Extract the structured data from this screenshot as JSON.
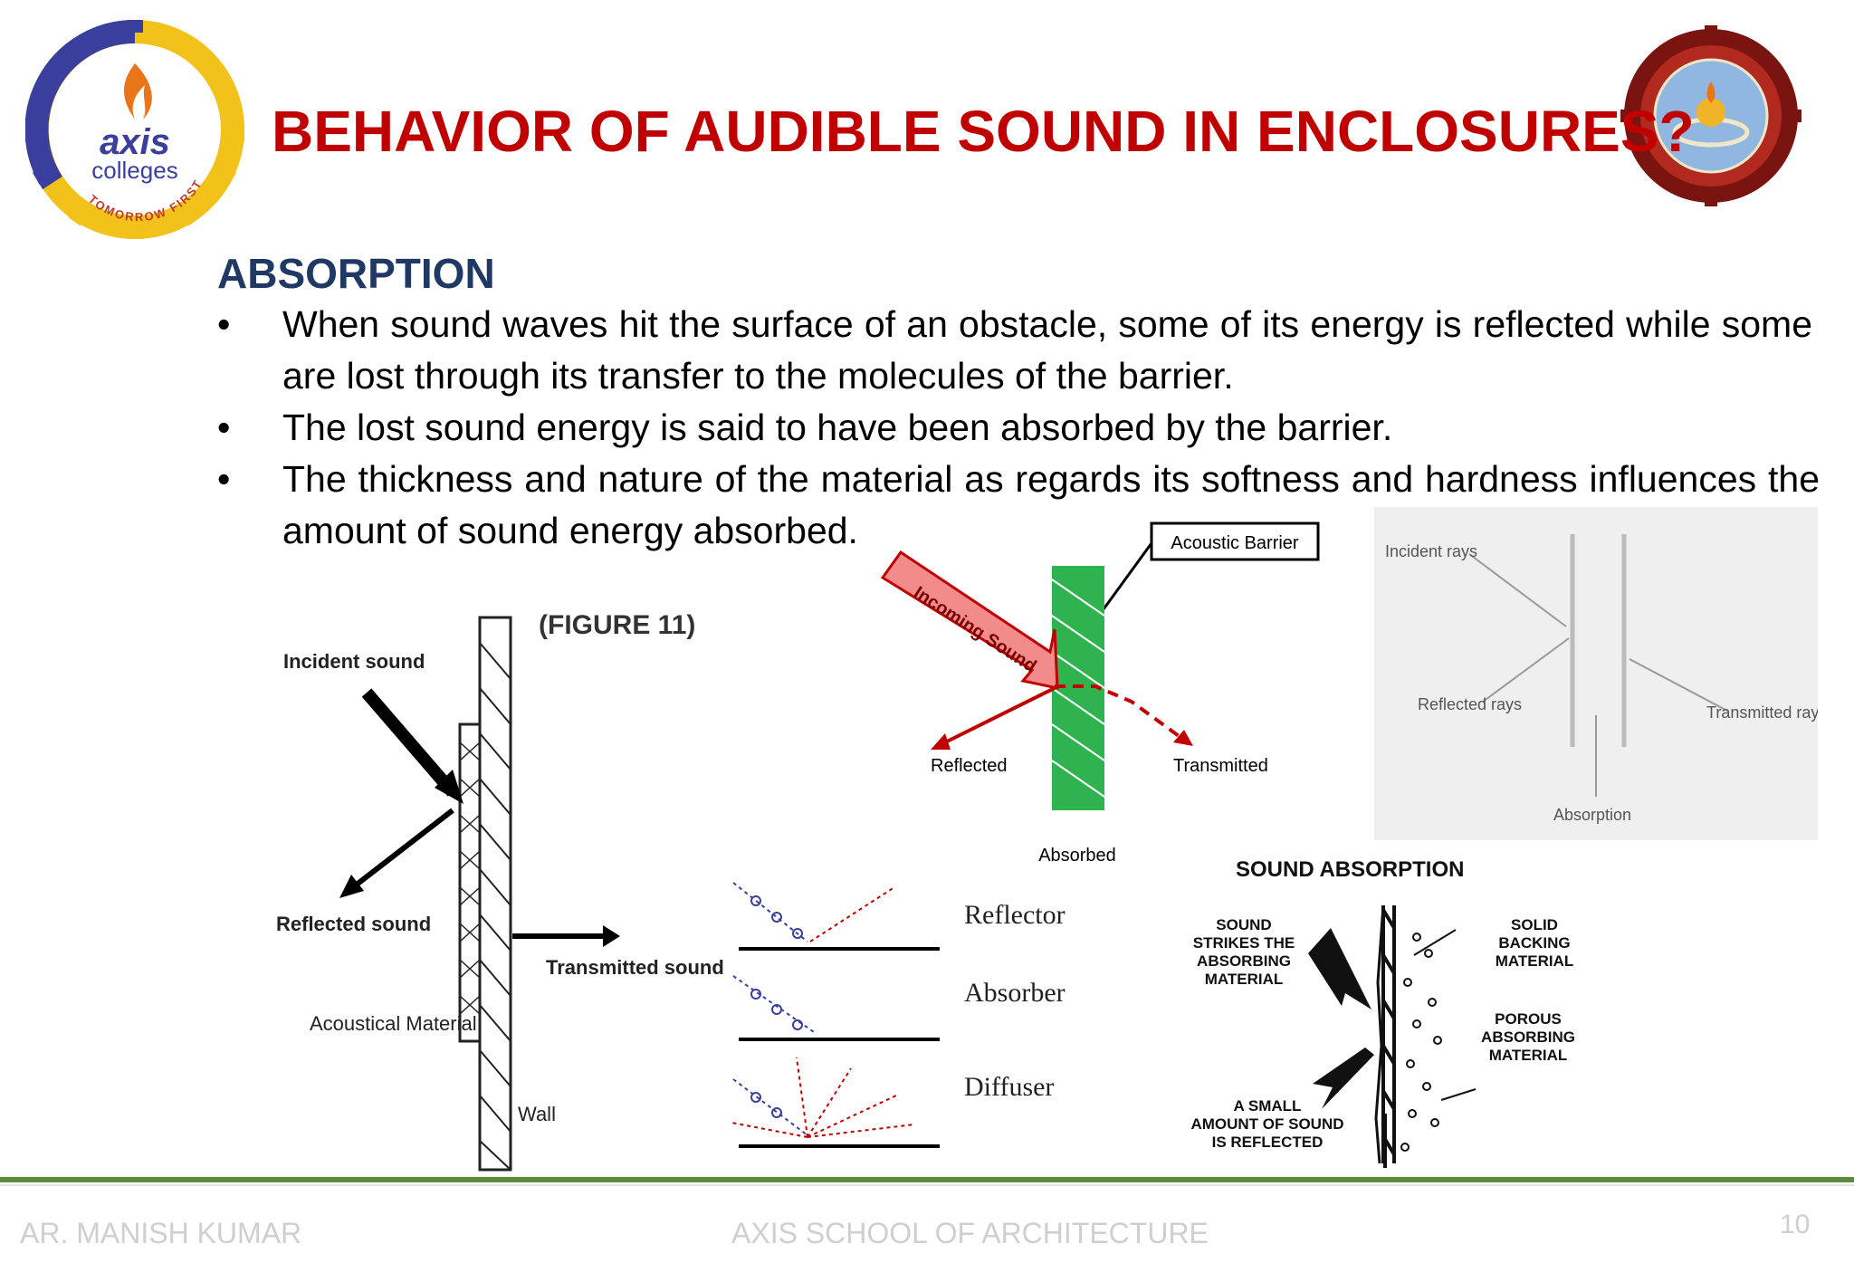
{
  "header": {
    "title": "BEHAVIOR OF AUDIBLE SOUND IN ENCLOSURES?",
    "left_logo": {
      "icon": "axis-colleges-logo",
      "brand": "axis",
      "sub": "colleges",
      "tagline": "TOMORROW FIRST"
    },
    "right_logo": {
      "icon": "aktu-university-seal"
    }
  },
  "content": {
    "heading": "ABSORPTION",
    "bullets": [
      "When sound waves hit the surface of an obstacle, some of its energy is reflected while some are lost through its transfer to the molecules of the barrier.",
      "The lost sound energy is said to have been absorbed by the barrier.",
      "The thickness and nature of the material as regards its softness and hardness influences the amount of sound energy absorbed."
    ]
  },
  "figures": {
    "fig11": {
      "caption": "(FIGURE 11)",
      "incident": "Incident sound",
      "reflected": "Reflected sound",
      "transmitted": "Transmitted sound",
      "material": "Acoustical Material",
      "wall": "Wall"
    },
    "barrier": {
      "label": "Acoustic Barrier",
      "incoming": "Incoming Sound",
      "reflected": "Reflected",
      "transmitted": "Transmitted",
      "absorbed": "Absorbed"
    },
    "rays": {
      "incident": "Incident rays",
      "reflected": "Reflected rays",
      "transmitted": "Transmitted rays",
      "absorption": "Absorption"
    },
    "surfaces": {
      "reflector": "Reflector",
      "absorber": "Absorber",
      "diffuser": "Diffuser"
    },
    "sketch": {
      "title": "SOUND ABSORPTION",
      "strikes": [
        "SOUND",
        "STRIKES THE",
        "ABSORBING",
        "MATERIAL"
      ],
      "backing": [
        "SOLID",
        "BACKING",
        "MATERIAL"
      ],
      "porous": [
        "POROUS",
        "ABSORBING",
        "MATERIAL"
      ],
      "reflected": [
        "A SMALL",
        "AMOUNT OF SOUND",
        "IS REFLECTED"
      ]
    }
  },
  "footer": {
    "author": "AR. MANISH KUMAR",
    "school": "AXIS SCHOOL OF ARCHITECTURE",
    "page": "10"
  },
  "colors": {
    "title": "#c00000",
    "heading": "#1f3864",
    "footer_line": "#5a8a3a",
    "footer_text": "#cfcfcf"
  }
}
